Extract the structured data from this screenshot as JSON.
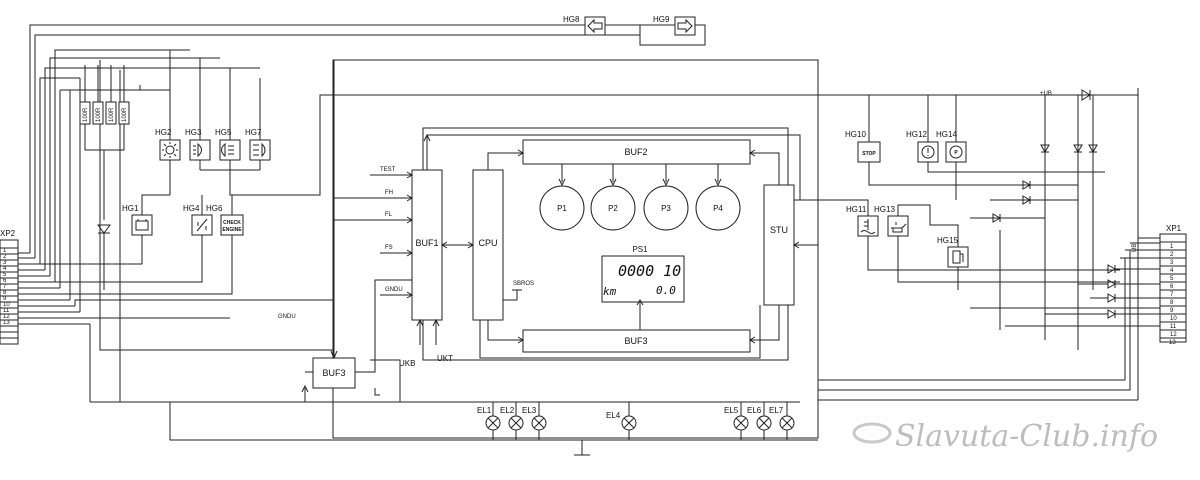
{
  "signals": {
    "test": "TEST",
    "fh": "FH",
    "fl": "FL",
    "fs": "FS",
    "gndu_left": "GNDU",
    "gndu_bus": "GNDU",
    "ukb": "UKB",
    "ukt": "UKT",
    "sbros": "SBROS",
    "ub_top": "+UB",
    "ub_right": "UB"
  },
  "blocks": {
    "buf1": "BUF1",
    "cpu": "CPU",
    "stu": "STU",
    "buf2": "BUF2",
    "buf3_top": "BUF3",
    "buf3_left": "BUF3",
    "ps1": "PS1"
  },
  "gauges": [
    "P1",
    "P2",
    "P3",
    "P4"
  ],
  "display": {
    "odometer": "0000 10",
    "trip_unit": "km",
    "trip_value": "0.0"
  },
  "indicators": {
    "hg1": "HG1",
    "hg2": "HG2",
    "hg3": "HG3",
    "hg4": "HG4",
    "hg5": "HG5",
    "hg6": "HG6",
    "hg7": "HG7",
    "hg8": "HG8",
    "hg9": "HG9",
    "hg10": "HG10",
    "hg11": "HG11",
    "hg12": "HG12",
    "hg13": "HG13",
    "hg14": "HG14",
    "hg15": "HG15"
  },
  "icon_texts": {
    "stop": "STOP",
    "check_engine_1": "CHECK",
    "check_engine_2": "ENGINE"
  },
  "lamps": [
    "EL1",
    "EL2",
    "EL3",
    "EL4",
    "EL5",
    "EL6",
    "EL7"
  ],
  "connectors": {
    "xp2": {
      "label": "XP2",
      "pins": [
        "1",
        "2",
        "3",
        "4",
        "5",
        "6",
        "7",
        "8",
        "9",
        "10",
        "11",
        "12",
        "13"
      ]
    },
    "xp1": {
      "label": "XP1",
      "pins": [
        "1",
        "2",
        "3",
        "4",
        "5",
        "6",
        "7",
        "8",
        "9",
        "10",
        "11",
        "12",
        "13"
      ]
    }
  },
  "resistor_labels": [
    "100R",
    "100R",
    "100R",
    "100R"
  ],
  "watermark": "Slavuta-Club.info"
}
